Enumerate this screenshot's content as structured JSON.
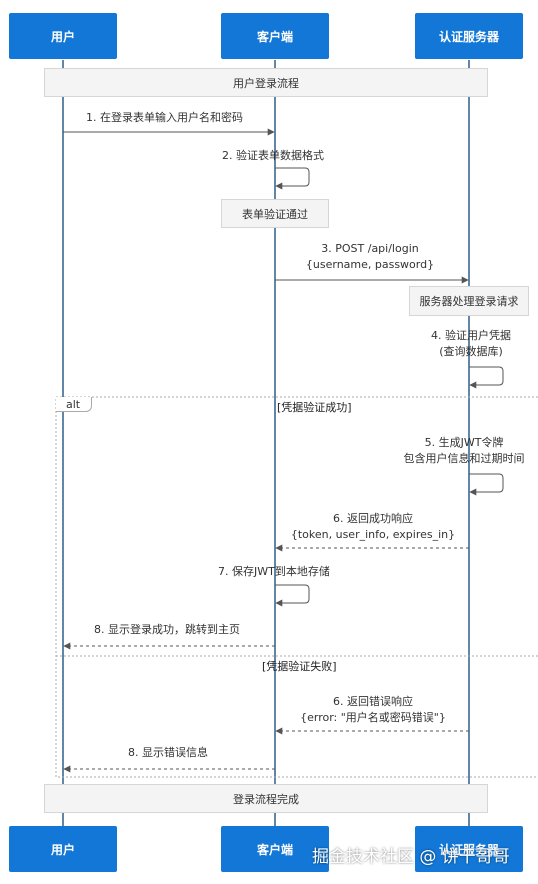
{
  "actors": {
    "user": "用户",
    "client": "客户端",
    "server": "认证服务器"
  },
  "notes": {
    "login_flow": "用户登录流程",
    "form_valid": "表单验证通过",
    "server_processing": "服务器处理登录请求",
    "flow_done": "登录流程完成"
  },
  "alt": {
    "label": "alt",
    "guard_success": "[凭据验证成功]",
    "guard_failure": "[凭据验证失败]"
  },
  "messages": {
    "m1": "1. 在登录表单输入用户名和密码",
    "m2": "2. 验证表单数据格式",
    "m3_line1": "3. POST /api/login",
    "m3_line2": "{username, password}",
    "m4_line1": "4. 验证用户凭据",
    "m4_line2": "(查询数据库)",
    "m5_line1": "5. 生成JWT令牌",
    "m5_line2": "包含用户信息和过期时间",
    "m6_line1": "6. 返回成功响应",
    "m6_line2": "{token, user_info, expires_in}",
    "m7": "7. 保存JWT到本地存储",
    "m8": "8. 显示登录成功，跳转到主页",
    "m6b_line1": "6. 返回错误响应",
    "m6b_line2": "{error: \"用户名或密码错误\"}",
    "m8b": "8. 显示错误信息"
  },
  "watermark": "掘金技术社区 @ 饼干哥哥",
  "colors": {
    "actor_fill": "#1277d6",
    "lifeline": "#2f5f8a",
    "note_fill": "#f4f4f4"
  }
}
